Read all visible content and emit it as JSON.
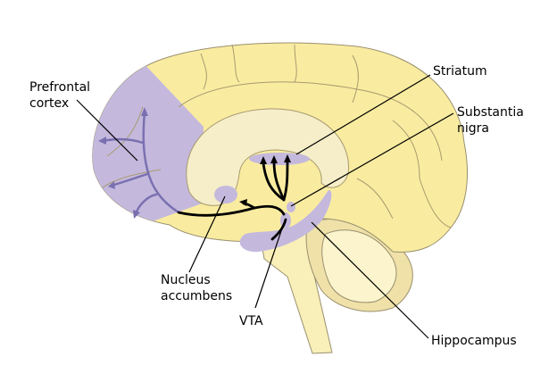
{
  "labels": {
    "prefrontal": "Prefrontal\ncortex",
    "striatum": "Striatum",
    "substantia_nigra": "Substantia\nnigra",
    "nucleus_accumbens": "Nucleus\naccumbens",
    "vta": "VTA",
    "hippocampus": "Hippocampus"
  },
  "colors": {
    "brain": "#f9eca0",
    "inner": "#f5eec8",
    "highlight": "#c4b9dd",
    "pathway": "#7a70b0",
    "cerebellum": "#efe1a8",
    "outline": "#9a9070"
  }
}
